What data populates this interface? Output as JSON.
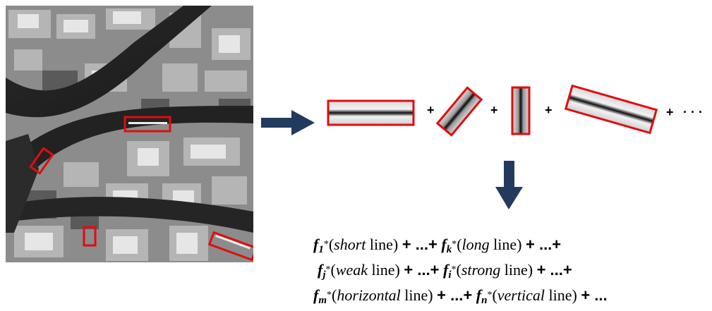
{
  "aerial_image": {
    "description_icon": "aerial-photo-icon"
  },
  "operators": {
    "plus": "+",
    "ellipsis": "· · ·"
  },
  "colors": {
    "arrow": "#223a5e",
    "box": "#e10d0d"
  },
  "formula_lines": [
    {
      "terms": [
        {
          "f": "f",
          "sub": "1",
          "star": "*",
          "open": "(",
          "kind": "short",
          "word": " line)"
        },
        {
          "f": "f",
          "sub": "k",
          "star": "*",
          "open": "(",
          "kind": "long",
          "word": " line)"
        }
      ],
      "plus_dots": "+ ...+",
      "trail": "+ ...+"
    },
    {
      "terms": [
        {
          "f": "f",
          "sub": "j",
          "star": "*",
          "open": "(",
          "kind": "weak",
          "word": " line)"
        },
        {
          "f": "f",
          "sub": "i",
          "star": "*",
          "open": "(",
          "kind": "strong",
          "word": " line)"
        }
      ],
      "plus_dots": "+ ...+",
      "trail": "+ ...+"
    },
    {
      "terms": [
        {
          "f": "f",
          "sub": "m",
          "star": "*",
          "open": "(",
          "kind": "horizontal",
          "word": " line)"
        },
        {
          "f": "f",
          "sub": "n",
          "star": "*",
          "open": "(",
          "kind": "vertical",
          "word": " line)"
        }
      ],
      "plus_dots": "+ ...+",
      "trail": "+ ..."
    }
  ]
}
